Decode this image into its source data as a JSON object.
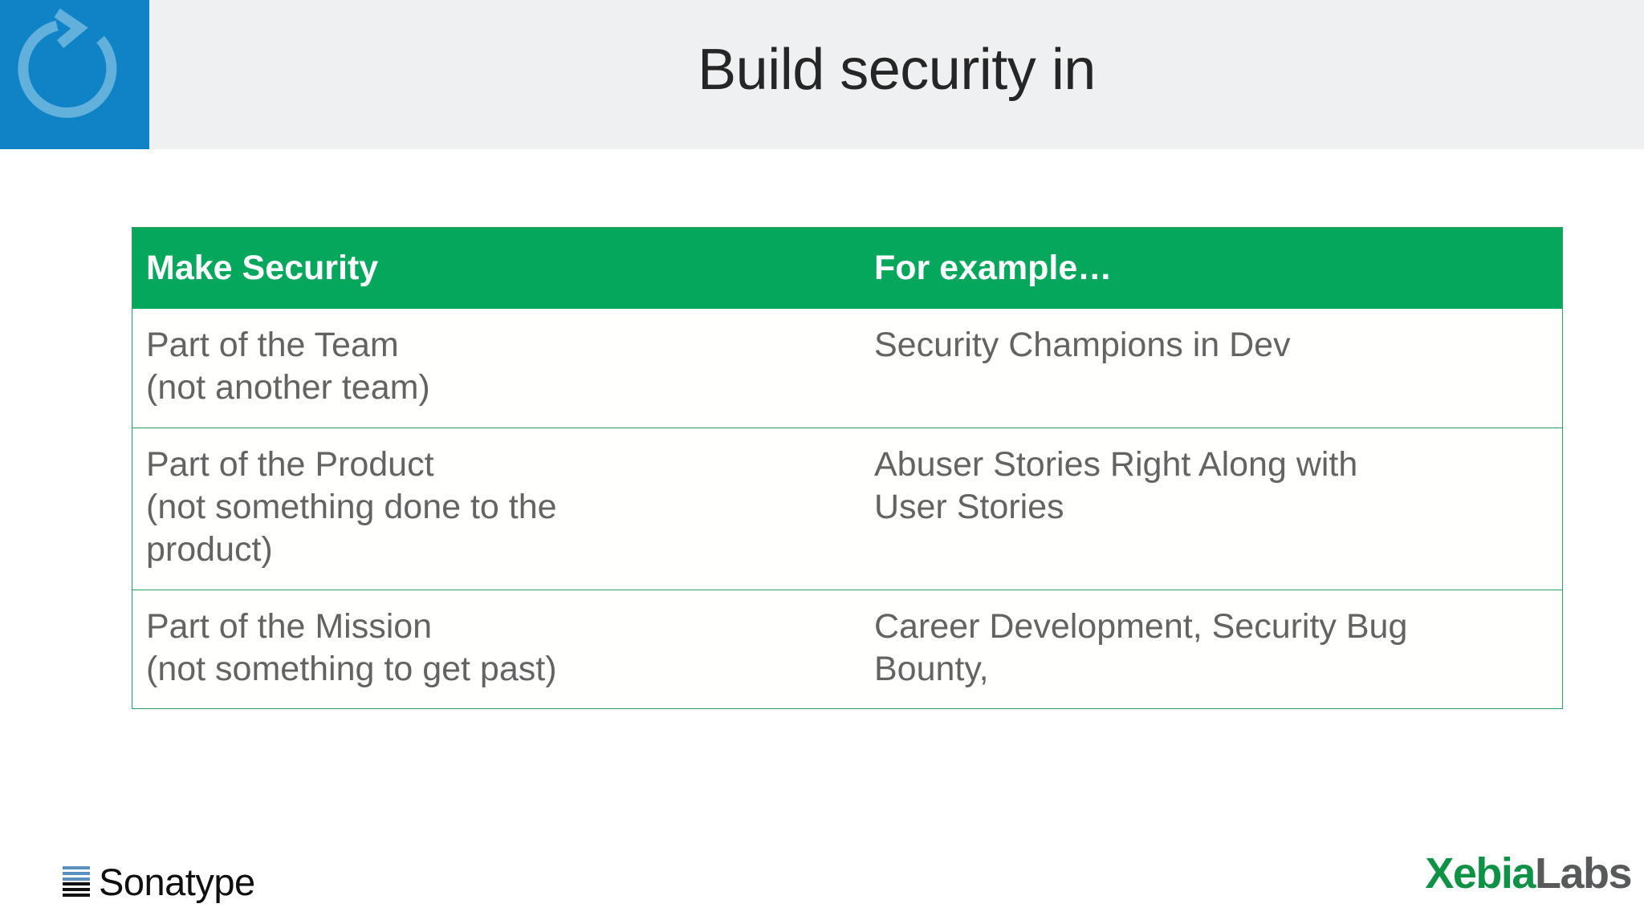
{
  "slide": {
    "title": "Build security in",
    "background_color": "#ffffff",
    "header_band_color": "#eff0f1",
    "accent_green": "#04a75c",
    "logo_box_color": "#1083c6"
  },
  "logo_box": {
    "icon": "circular-arrow-icon"
  },
  "table": {
    "headers": [
      "Make Security",
      "For example…"
    ],
    "rows": [
      {
        "make_security": [
          "Part of the Team",
          "(not another team)"
        ],
        "for_example": [
          "Security Champions in Dev"
        ]
      },
      {
        "make_security": [
          "Part of the Product",
          "(not something done to the",
          "product)"
        ],
        "for_example": [
          "Abuser Stories Right Along with",
          "User Stories"
        ]
      },
      {
        "make_security": [
          "Part of the Mission",
          "(not something to get past)"
        ],
        "for_example": [
          "Career Development, Security Bug",
          "Bounty,"
        ]
      }
    ]
  },
  "footer": {
    "sonatype": {
      "name": "Sonatype",
      "icon": "sonatype-bars-icon"
    },
    "xebialabs": {
      "part_one": "Xebia",
      "part_two": "Labs",
      "color_one": "#0f9246",
      "color_two": "#58595b"
    }
  }
}
